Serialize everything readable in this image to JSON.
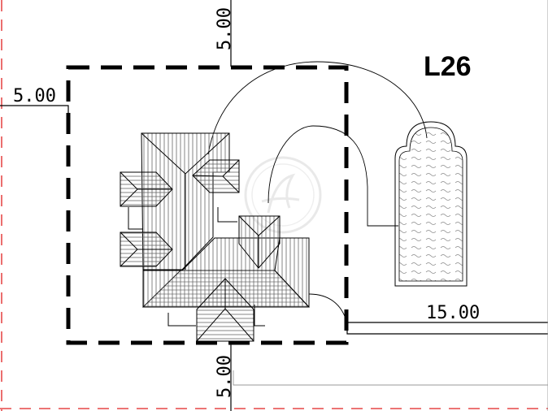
{
  "lot_label": "L26",
  "dimensions": {
    "top": "5.00",
    "left": "5.00",
    "right": "15.00",
    "bottom": "5.00"
  },
  "colors": {
    "property_line": "#e02020",
    "ink": "#000000",
    "hatch": "#555555",
    "watermark": "#e6e6e6"
  }
}
